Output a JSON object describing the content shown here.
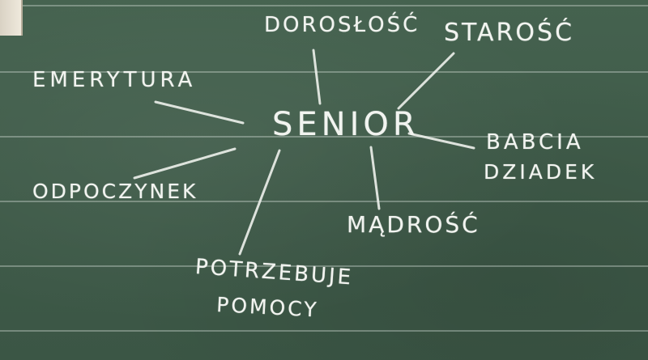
{
  "board": {
    "center_word": "SENIOR",
    "associations": {
      "doroslosc": "DOROSŁOŚĆ",
      "starosc": "STAROŚĆ",
      "emerytura": "EMERYTURA",
      "babcia": "BABCIA",
      "dziadek": "DZIADEK",
      "odpoczynek": "ODPOCZYNEK",
      "madrosc": "MĄDROŚĆ",
      "potrzebuje": "POTRZEBUJE",
      "pomocy": "POMOCY"
    }
  },
  "colors": {
    "chalkboard": "#41604b",
    "chalk": "#eef1ec",
    "ruled_line": "#dde8df"
  }
}
